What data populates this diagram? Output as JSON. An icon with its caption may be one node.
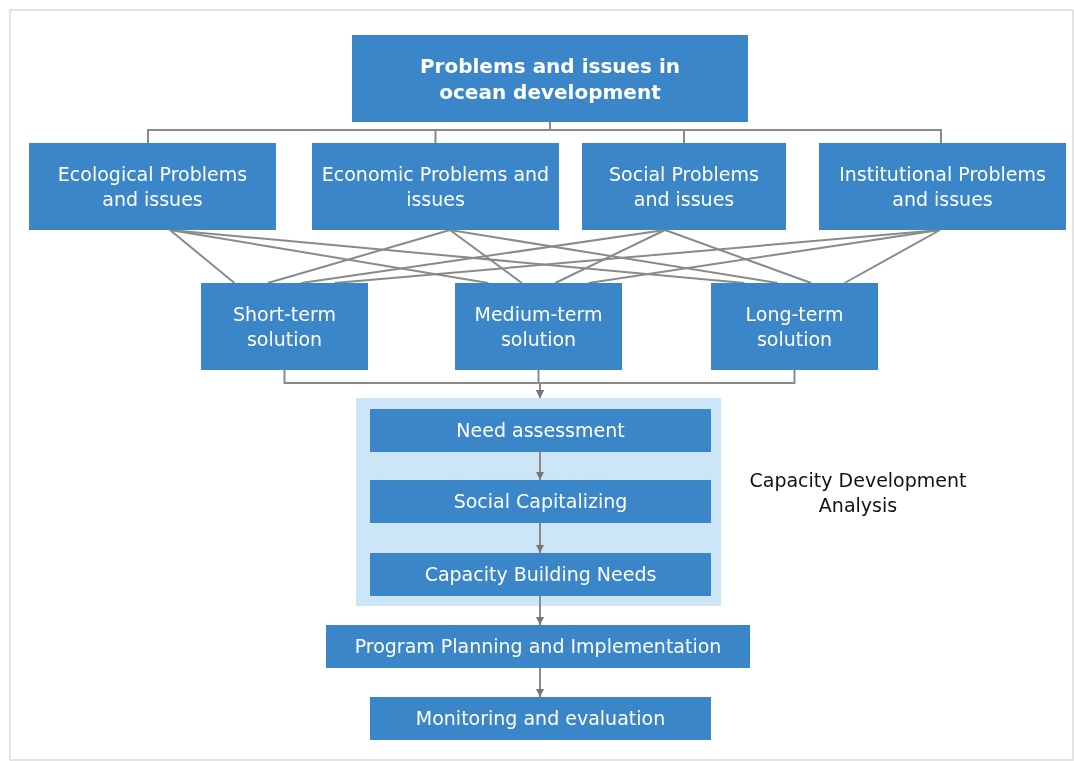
{
  "diagram": {
    "nodes": [
      {
        "text": [
          "Problems and issues in ocean development"
        ]
      },
      {
        "text": [
          "Ecological Problems and issues"
        ]
      },
      {
        "text": [
          "Economic Problems and issues"
        ]
      },
      {
        "text": [
          "Social Problems and issues"
        ]
      },
      {
        "text": [
          "Institutional Problems and issues"
        ]
      },
      {
        "text": [
          "Short-term solution"
        ]
      },
      {
        "text": [
          "Medium-term solution"
        ]
      },
      {
        "text": [
          "Long-term solution"
        ]
      },
      {
        "text": [
          "Capacity Development Analysis"
        ]
      },
      {
        "text": [
          "Need assessment"
        ],
        "in": 8
      },
      {
        "text": [
          "Social Capitalizing"
        ],
        "in": 8
      },
      {
        "text": [
          "Capacity Building Needs"
        ],
        "in": 8
      },
      {
        "text": [
          "Program Planning and Implementation"
        ]
      },
      {
        "text": [
          "Monitoring and evaluation"
        ]
      }
    ],
    "edges": [
      {
        "from": 0,
        "to": 1,
        "arrow": "none"
      },
      {
        "from": 0,
        "to": 2,
        "arrow": "none"
      },
      {
        "from": 0,
        "to": 3,
        "arrow": "none"
      },
      {
        "from": 0,
        "to": 4,
        "arrow": "none"
      },
      {
        "from": 1,
        "to": 5,
        "arrow": "none"
      },
      {
        "from": 1,
        "to": 6,
        "arrow": "none"
      },
      {
        "from": 1,
        "to": 7,
        "arrow": "none"
      },
      {
        "from": 2,
        "to": 5,
        "arrow": "none"
      },
      {
        "from": 2,
        "to": 6,
        "arrow": "none"
      },
      {
        "from": 2,
        "to": 7,
        "arrow": "none"
      },
      {
        "from": 3,
        "to": 5,
        "arrow": "none"
      },
      {
        "from": 3,
        "to": 6,
        "arrow": "none"
      },
      {
        "from": 3,
        "to": 7,
        "arrow": "none"
      },
      {
        "from": 4,
        "to": 5,
        "arrow": "none"
      },
      {
        "from": 4,
        "to": 6,
        "arrow": "none"
      },
      {
        "from": 4,
        "to": 7,
        "arrow": "none"
      },
      {
        "from": 5,
        "to": 8,
        "arrow": "to"
      },
      {
        "from": 6,
        "to": 8,
        "arrow": "to"
      },
      {
        "from": 7,
        "to": 8,
        "arrow": "to"
      },
      {
        "from": 9,
        "to": 10,
        "arrow": "to"
      },
      {
        "from": 10,
        "to": 11,
        "arrow": "to"
      },
      {
        "from": 11,
        "to": 12,
        "arrow": "to"
      },
      {
        "from": 12,
        "to": 13,
        "arrow": "to"
      }
    ]
  }
}
